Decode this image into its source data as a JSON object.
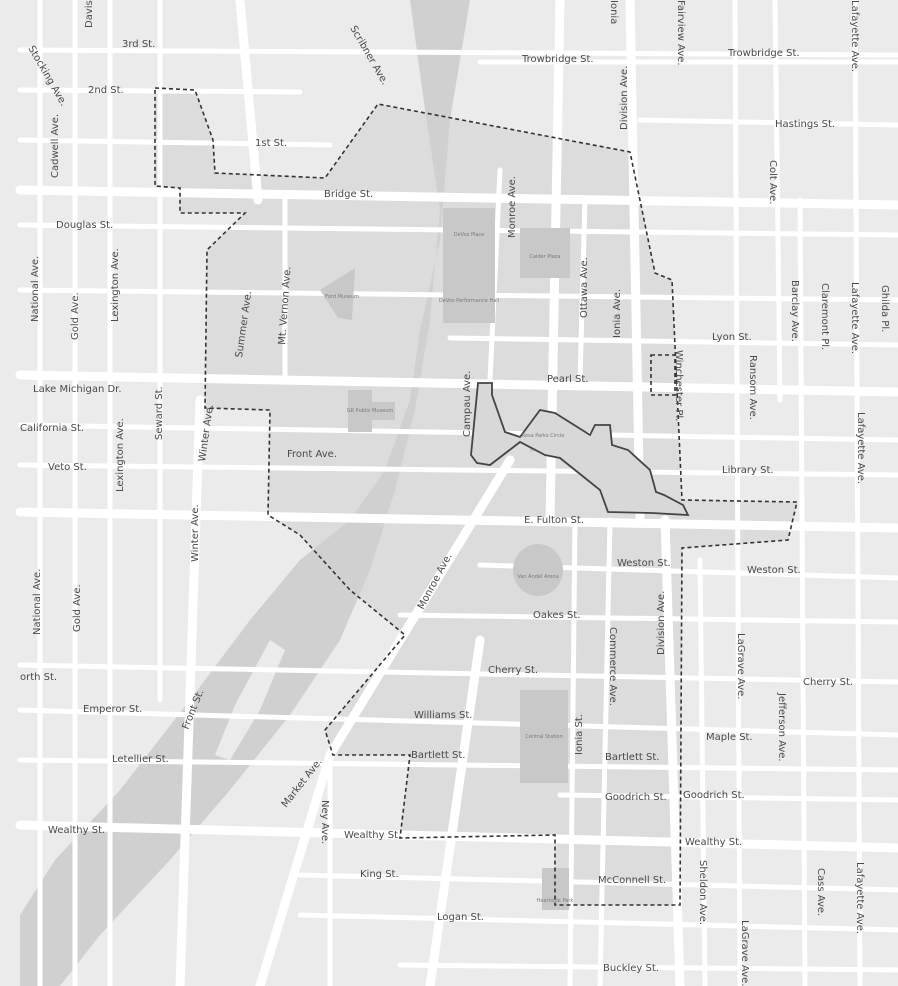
{
  "map": {
    "colors": {
      "land": "#ebebeb",
      "district": "#dcdcdc",
      "river": "#d0d0d0",
      "road": "#ffffff",
      "building": "#c8c8c8",
      "label": "#4a4a4a",
      "boundary": "#333333"
    },
    "streets": {
      "third": "3rd St.",
      "second": "2nd St.",
      "first": "1st St.",
      "trowbridge_west": "Trowbridge St.",
      "trowbridge_east": "Trowbridge St.",
      "hastings": "Hastings St.",
      "bridge": "Bridge St.",
      "douglas": "Douglas St.",
      "lyon": "Lyon St.",
      "pearl": "Pearl St.",
      "lake_michigan": "Lake Michigan Dr.",
      "california": "California St.",
      "veto": "Veto St.",
      "front_ave": "Front Ave.",
      "library": "Library St.",
      "fulton": "E. Fulton St.",
      "weston_west": "Weston St.",
      "weston_east": "Weston St.",
      "oakes": "Oakes St.",
      "cherry_west": "Cherry St.",
      "cherry_east": "Cherry St.",
      "north": "orth St.",
      "emperor": "Emperor St.",
      "williams": "Williams St.",
      "letellier": "Letellier St.",
      "bartlett_west": "Bartlett St.",
      "bartlett_east": "Bartlett St.",
      "maple": "Maple St.",
      "goodrich_west": "Goodrich St.",
      "goodrich_east": "Goodrich St.",
      "wealthy_west": "Wealthy St.",
      "wealthy_mid": "Wealthy St.",
      "wealthy_east": "Wealthy St.",
      "king": "King St.",
      "mcconnell": "McConnell St.",
      "logan": "Logan St.",
      "buckley": "Buckley St.",
      "davis": "Davis",
      "stocking": "Stocking Ave.",
      "cadwell": "Cadwell Ave.",
      "national_north": "National Ave.",
      "gold_north": "Gold Ave.",
      "lexington_north": "Lexington Ave.",
      "lexington_south": "Lexington Ave.",
      "seward": "Seward St.",
      "winter_north": "Winter Ave.",
      "winter_south": "Winter Ave.",
      "summer": "Summer Ave.",
      "mt_vernon": "Mt. Vernon Ave.",
      "scribner": "Scribner Ave.",
      "monroe_north": "Monroe Ave.",
      "monroe_south": "Monroe Ave.",
      "ottawa": "Ottawa Ave.",
      "ionia_north": "Ionia Ave.",
      "ionia_top": "Ionia",
      "ionia_south": "Ionia St.",
      "division_north": "Division Ave.",
      "division_south": "Division Ave.",
      "fairview": "Fairview Ave.",
      "colt": "Colt Ave.",
      "barclay": "Barclay Ave.",
      "ransom": "Ransom Ave.",
      "claremont": "Claremont Pl.",
      "lafayette_north": "Lafayette Ave.",
      "lafayette_top": "Lafayette Ave.",
      "lafayette_mid": "Lafayette Ave.",
      "lafayette_south": "Lafayette Ave.",
      "ghilda": "Ghilda Pl.",
      "winchester": "Winchester Pl.",
      "campau": "Campau Ave.",
      "commerce": "Commerce Ave.",
      "lagrave_north": "LaGrave Ave.",
      "lagrave_south": "LaGrave Ave.",
      "jefferson": "Jefferson Ave.",
      "sheldon": "Sheldon Ave.",
      "cass": "Cass Ave.",
      "front_st": "Front St.",
      "market": "Market Ave.",
      "ney": "Ney Ave.",
      "national_south": "National Ave.",
      "gold_south": "Gold Ave."
    },
    "landmarks": {
      "deltaplex": "DeVos Place",
      "devos_hall": "DeVos Performance Hall",
      "calder": "Calder Plaza",
      "ford": "Ford Museum",
      "public_museum": "GR Public Museum",
      "rosa_parks": "Rosa Parks Circle",
      "van_andel": "Van Andel Arena",
      "central_station": "Central Station",
      "heartside": "Heartside Park"
    }
  }
}
